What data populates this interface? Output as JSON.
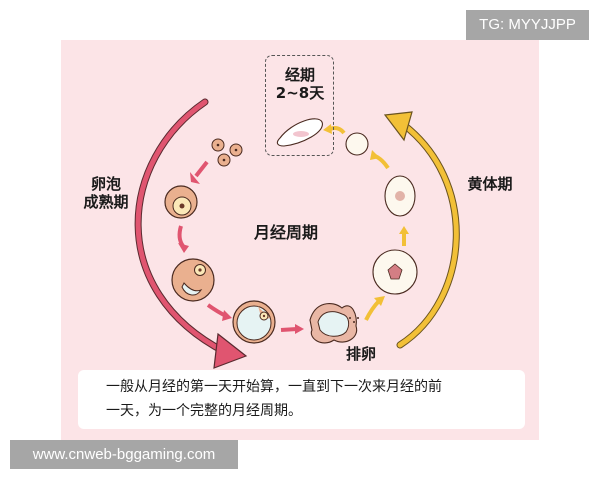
{
  "diagram": {
    "title": "月经周期",
    "phases": {
      "follicular": {
        "label_line1": "卵泡",
        "label_line2": "成熟期",
        "color": "#e05570"
      },
      "luteal": {
        "label": "黄体期",
        "color": "#f2c037"
      },
      "menstruation": {
        "label_line1": "经期",
        "label_line2": "2~8天"
      },
      "ovulation": {
        "label": "排卵"
      }
    },
    "caption": {
      "line1": "一般从月经的第一天开始算，一直到下一次来月经的前",
      "line2": "一天，为一个完整的月经周期。"
    },
    "background_color": "#fce4e7"
  },
  "watermarks": {
    "top_right": "TG: MYYJJPP",
    "bottom_left": "www.cnweb-bggaming.com"
  }
}
